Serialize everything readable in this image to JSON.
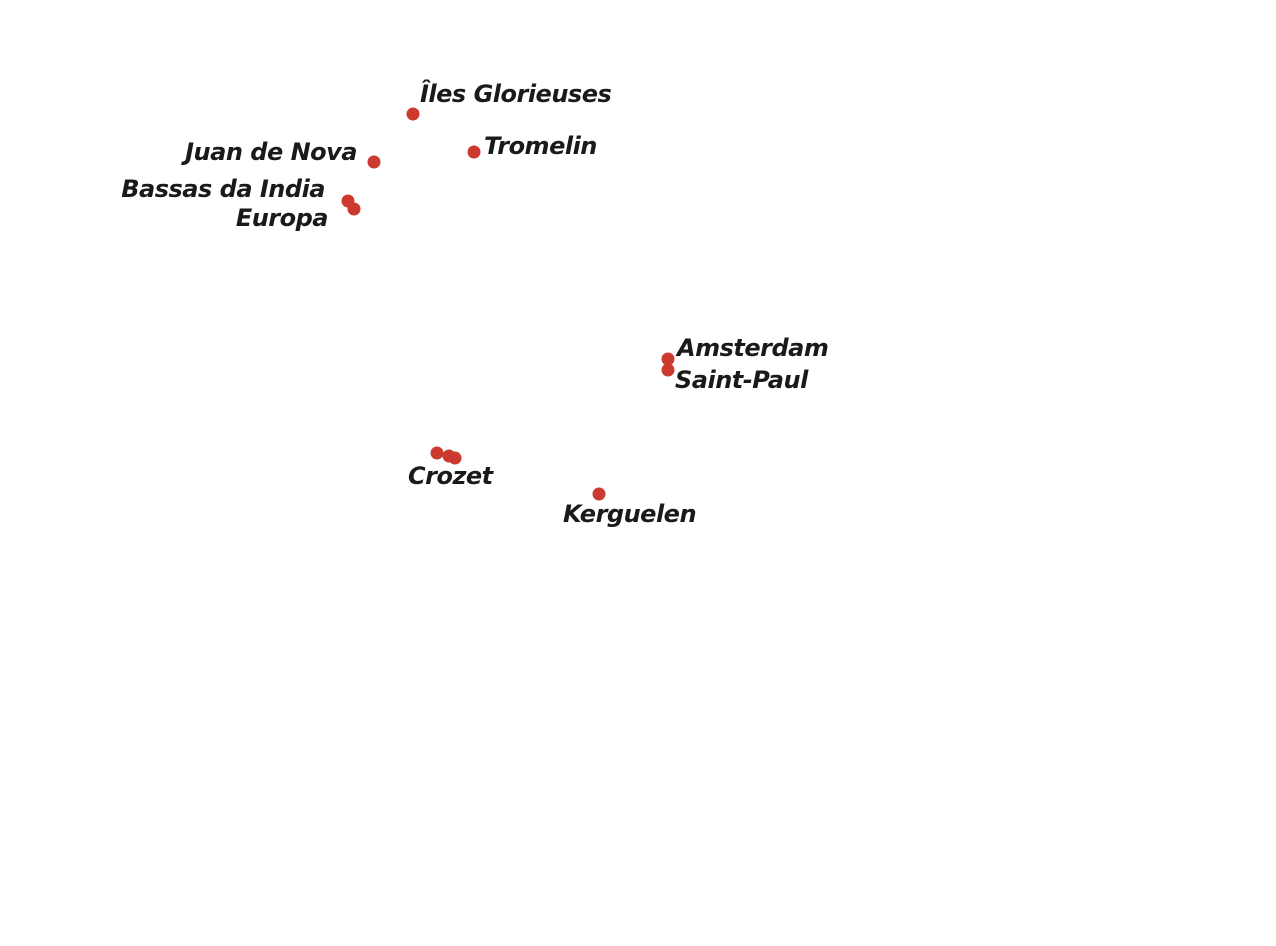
{
  "map": {
    "marker_color": "#cc3a2f",
    "label_color": "#1a1a1a",
    "background_color": "#ffffff",
    "places": [
      {
        "id": "iles-glorieuses",
        "name": "Îles Glorieuses"
      },
      {
        "id": "tromelin",
        "name": "Tromelin"
      },
      {
        "id": "juan-de-nova",
        "name": "Juan de Nova"
      },
      {
        "id": "bassas-da-india",
        "name": "Bassas da India"
      },
      {
        "id": "europa",
        "name": "Europa"
      },
      {
        "id": "amsterdam",
        "name": "Amsterdam"
      },
      {
        "id": "saint-paul",
        "name": "Saint-Paul"
      },
      {
        "id": "crozet",
        "name": "Crozet"
      },
      {
        "id": "kerguelen",
        "name": "Kerguelen"
      }
    ]
  }
}
